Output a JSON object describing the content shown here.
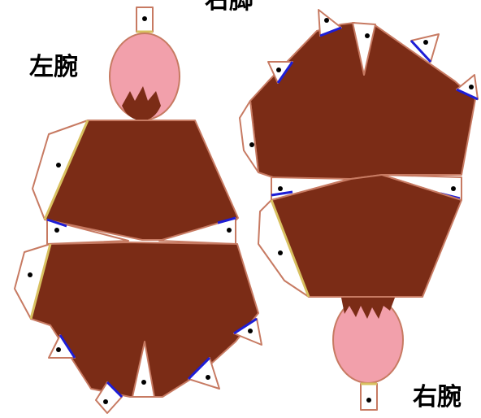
{
  "labels": {
    "left_arm": "左腕",
    "right_leg": "右脚",
    "right_arm": "右腕"
  },
  "colors": {
    "body_fill": "#7b2c16",
    "outline": "#c77a62",
    "shoulder_fill": "#f2a0ab",
    "glue_tab_fill": "#ffffff",
    "glue_edge_blue": "#1d1dd6",
    "glue_edge_yellow": "#d8c060",
    "tab_dot": "#000000"
  },
  "icons": [
    "glue-tab-dot-icon"
  ]
}
